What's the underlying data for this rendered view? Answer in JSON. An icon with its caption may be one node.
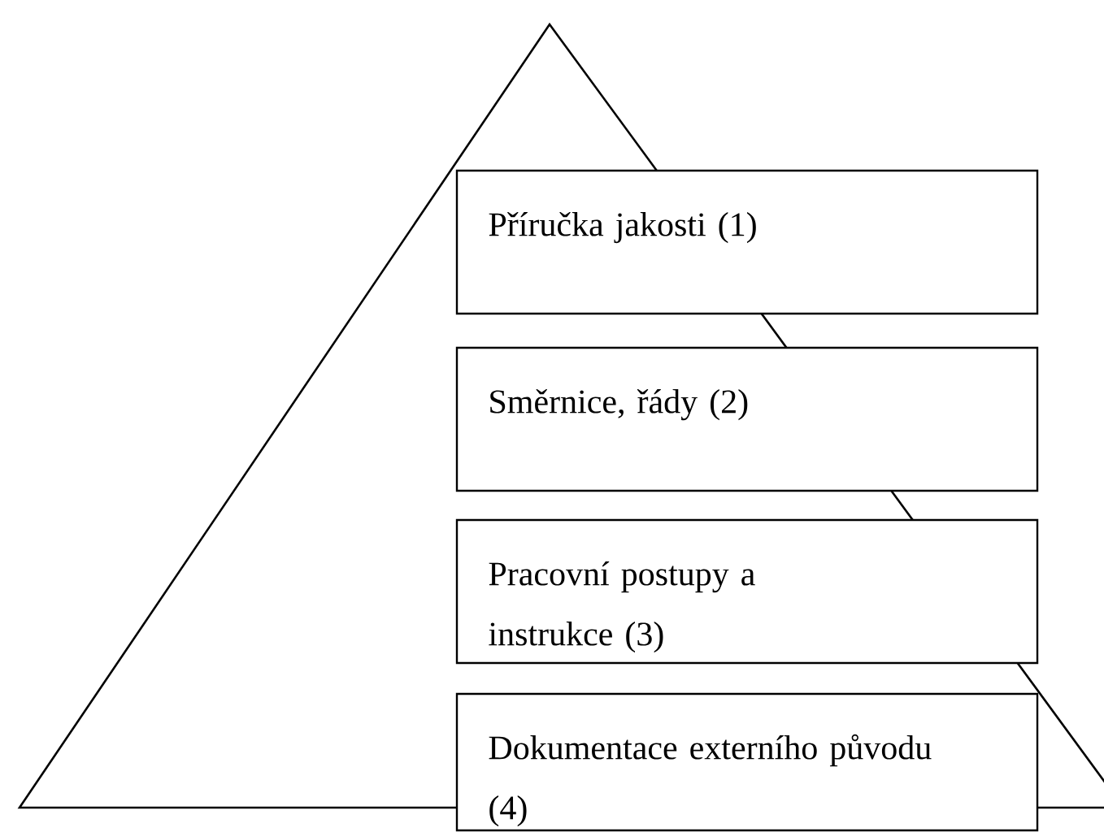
{
  "diagram": {
    "nodes": [
      {
        "text": [
          "Příručka jakosti (1)"
        ]
      },
      {
        "text": [
          "Směrnice, řády (2)"
        ]
      },
      {
        "text": [
          "Pracovní postupy a instrukce (3)"
        ]
      },
      {
        "text": [
          "Dokumentace externího původu (4)"
        ]
      }
    ]
  }
}
